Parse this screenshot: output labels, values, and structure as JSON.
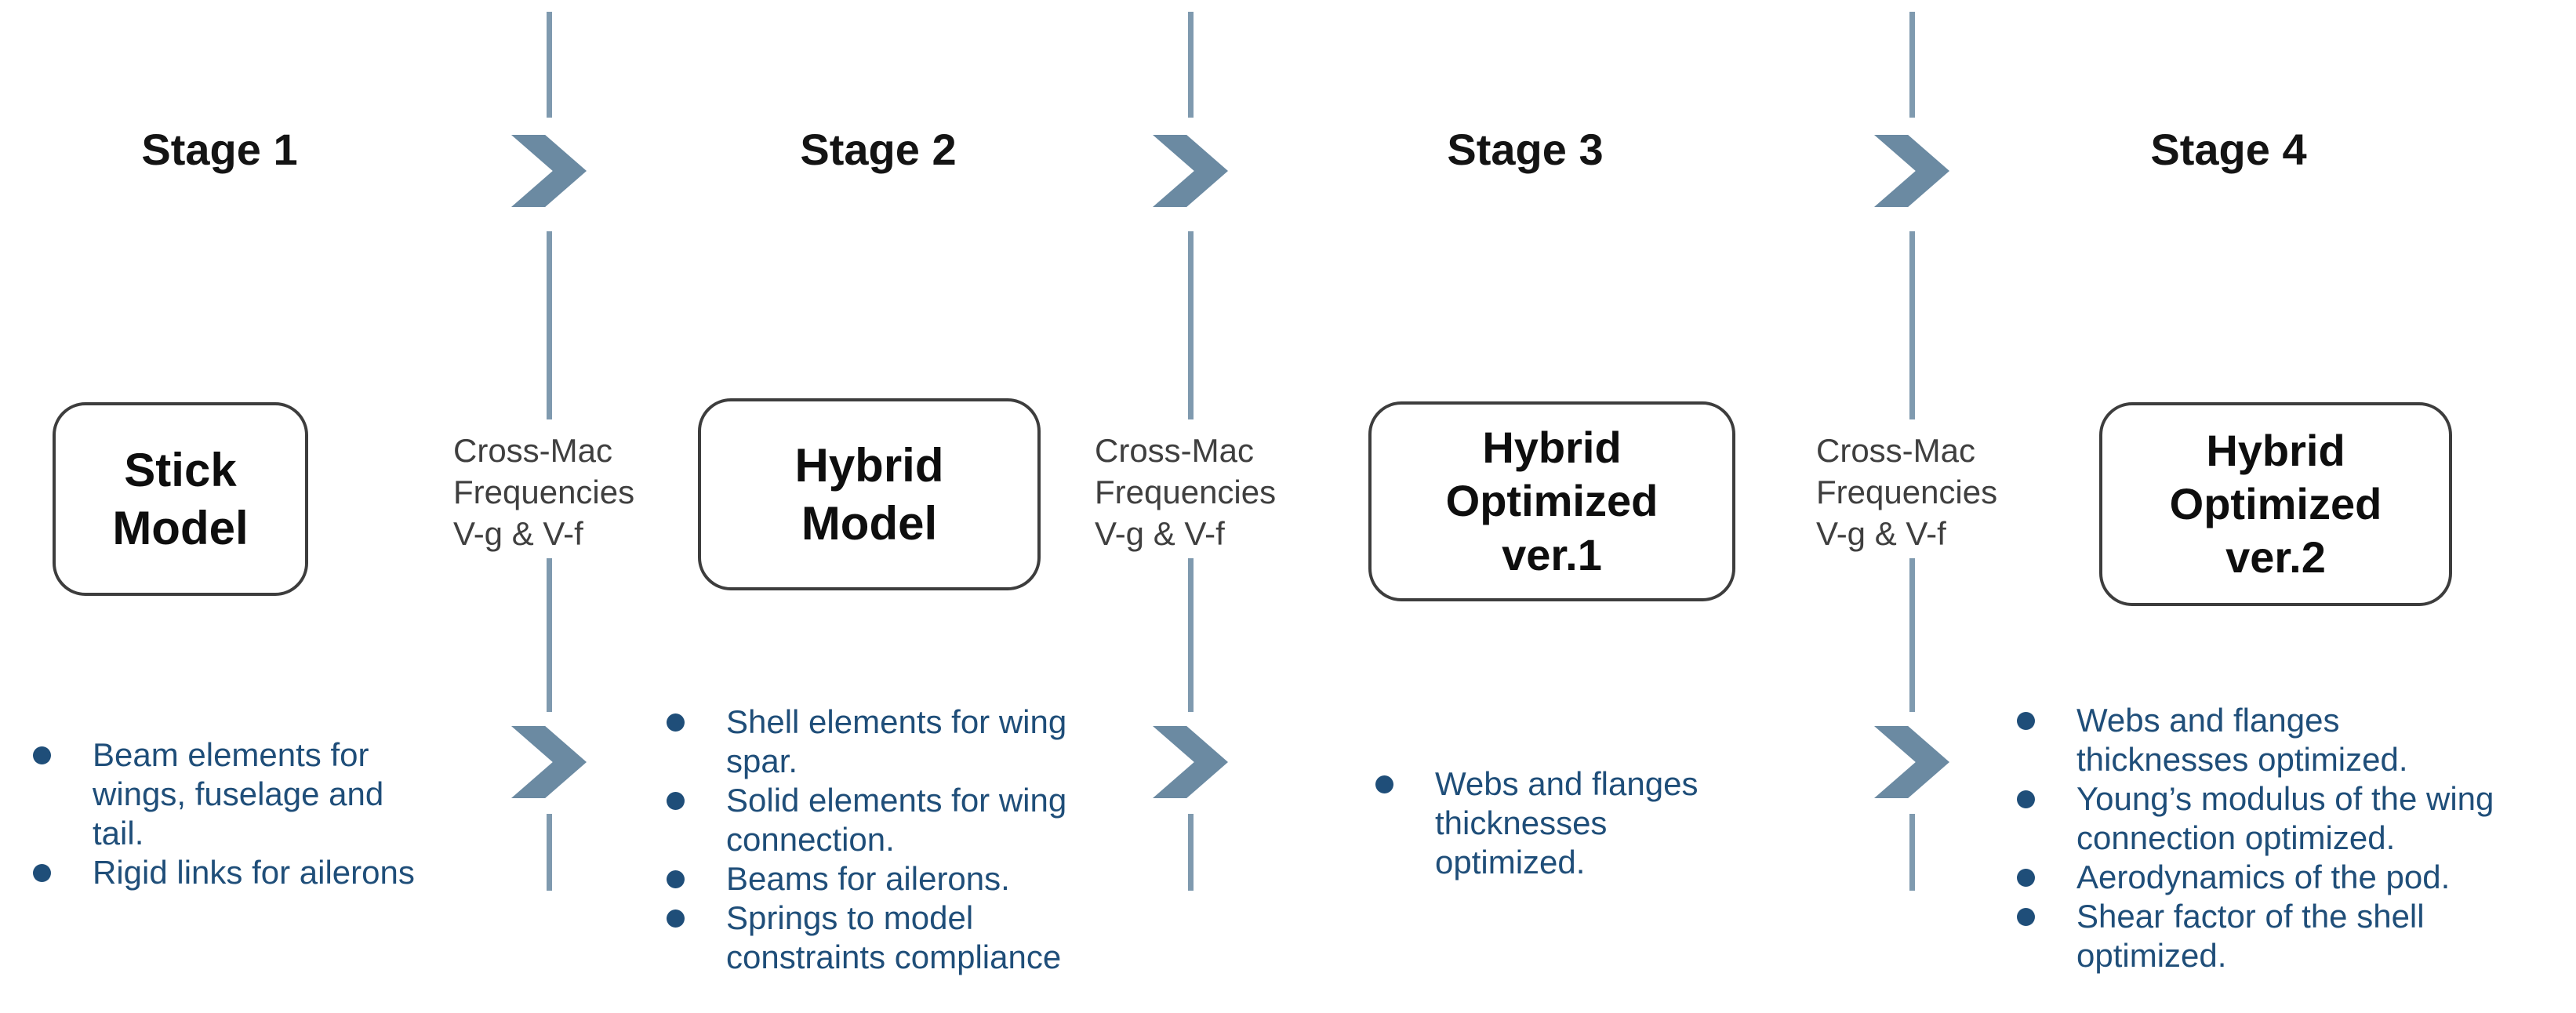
{
  "diagram": {
    "type": "process-flow",
    "description_colors": {
      "bullet_text": "#1f4e79",
      "divider_line": "#7f9aaf",
      "chevron_fill": "#6b8aa2",
      "label_text": "#3f3f3f",
      "box_border": "#3d3d3d",
      "background": "#ffffff"
    }
  },
  "stages": [
    {
      "title": "Stage 1",
      "box_lines": [
        "Stick",
        "Model"
      ],
      "bullets": [
        [
          "Beam elements for",
          "wings, fuselage and",
          "tail."
        ],
        [
          "Rigid links for ailerons"
        ]
      ]
    },
    {
      "title": "Stage 2",
      "box_lines": [
        "Hybrid",
        "Model"
      ],
      "bullets": [
        [
          "Shell elements for wing",
          "spar."
        ],
        [
          "Solid elements for wing",
          "connection."
        ],
        [
          "Beams for ailerons."
        ],
        [
          "Springs to model",
          "constraints compliance"
        ]
      ]
    },
    {
      "title": "Stage 3",
      "box_lines": [
        "Hybrid",
        "Optimized",
        "ver.1"
      ],
      "bullets": [
        [
          "Webs and flanges",
          "thicknesses",
          "optimized."
        ]
      ]
    },
    {
      "title": "Stage 4",
      "box_lines": [
        "Hybrid",
        "Optimized",
        "ver.2"
      ],
      "bullets": [
        [
          "Webs and flanges",
          "thicknesses optimized."
        ],
        [
          "Young’s modulus of the wing",
          "connection optimized."
        ],
        [
          "Aerodynamics of the pod."
        ],
        [
          "Shear factor of the shell",
          "optimized."
        ]
      ]
    }
  ],
  "dividers": [
    {
      "label_lines": [
        "Cross-Mac",
        "Frequencies",
        "V-g & V-f"
      ]
    },
    {
      "label_lines": [
        "Cross-Mac",
        "Frequencies",
        "V-g & V-f"
      ]
    },
    {
      "label_lines": [
        "Cross-Mac",
        "Frequencies",
        "V-g & V-f"
      ]
    }
  ]
}
